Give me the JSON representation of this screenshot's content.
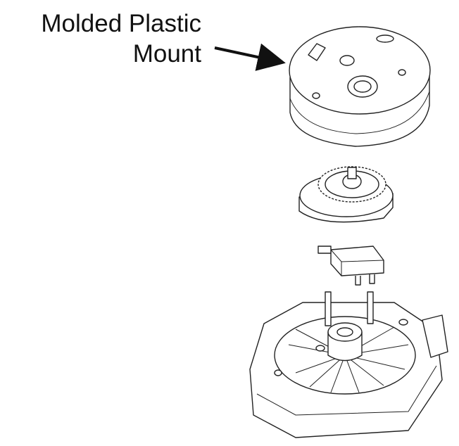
{
  "callout": {
    "line1": "Molded Plastic",
    "line2": "Mount"
  },
  "parts": [
    "molded-plastic-mount",
    "gear-cam",
    "micro-switch",
    "motor-housing-base"
  ]
}
